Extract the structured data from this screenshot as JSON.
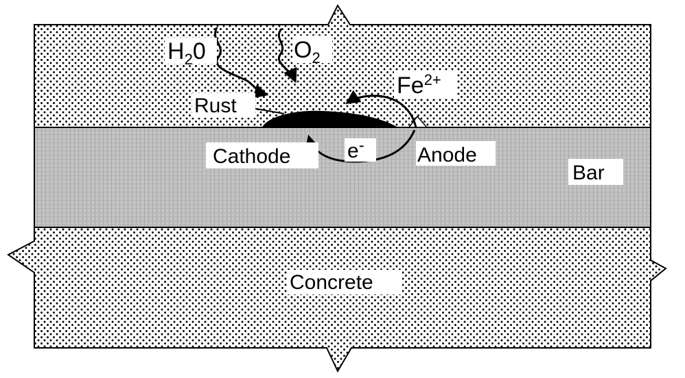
{
  "labels": {
    "water": {
      "main": "H",
      "sub": "2",
      "tail": "0"
    },
    "oxygen": {
      "main": "O",
      "sub": "2"
    },
    "iron_ion": {
      "main": "Fe",
      "sup": "2+"
    },
    "rust": "Rust",
    "electron": {
      "main": "e",
      "sup": "-"
    },
    "cathode": "Cathode",
    "anode": "Anode",
    "bar": "Bar",
    "concrete": "Concrete"
  },
  "colors": {
    "ink": "#000000",
    "paper": "#ffffff",
    "bar_fill": "#bdbdbd",
    "rust_fill": "#000000"
  },
  "icons": [
    "arrow-icon"
  ]
}
